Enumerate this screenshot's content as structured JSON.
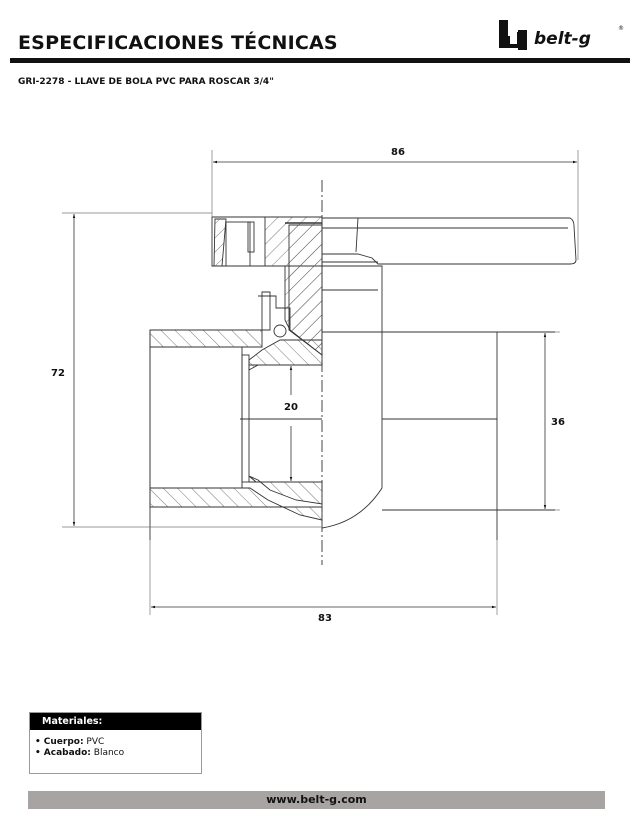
{
  "header": {
    "title": "ESPECIFICACIONES TÉCNICAS",
    "brand": "belt-g",
    "brand_mark": "®"
  },
  "product": {
    "code": "GRI-2278",
    "description": "GRI-2278 - LLAVE DE BOLA PVC PARA ROSCAR 3/4\""
  },
  "drawing": {
    "dimensions": {
      "handle_length": "86",
      "total_height": "72",
      "bore_diameter": "20",
      "outer_diameter": "36",
      "body_length": "83"
    }
  },
  "materials": {
    "heading": "Materiales:",
    "items": [
      {
        "bullet": "•",
        "label": "Cuerpo:",
        "value": "PVC"
      },
      {
        "bullet": "•",
        "label": "Acabado:",
        "value": "Blanco"
      }
    ]
  },
  "footer": {
    "website": "www.belt-g.com"
  },
  "colors": {
    "rule": "#111111",
    "footer_bg": "#a8a4a4",
    "materials_header_bg": "#000000"
  }
}
